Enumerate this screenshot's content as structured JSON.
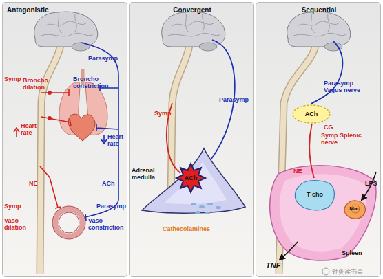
{
  "diagram": {
    "nodes": [
      {
        "text": [
          "Antagonistic"
        ]
      },
      {
        "text": [
          "Convergent"
        ]
      },
      {
        "text": [
          "Sequential"
        ]
      },
      {
        "text": [
          "Adrenal medulla"
        ],
        "in": 1
      },
      {
        "text": [
          "ACh"
        ],
        "in": 3
      },
      {
        "text": [
          "ACh"
        ],
        "in": 2
      },
      {
        "text": [
          "Spleen"
        ],
        "in": 2
      },
      {
        "text": [
          "T cho"
        ],
        "in": 6
      },
      {
        "text": [
          "Mac"
        ],
        "in": 6
      }
    ],
    "edges": [
      {
        "from": 5,
        "to": 7,
        "arrow": "none"
      }
    ],
    "labels": [
      "Symp",
      "Broncho dilation",
      "Broncho constriction",
      "Parasymp",
      "Heart rate",
      "Heart rate",
      "NE",
      "ACh",
      "Symp",
      "Parasymp",
      "Vaso dilation",
      "Vaso constriction",
      "Symp",
      "Parasymp",
      "Cathecolamines",
      "Parasymp Vagus nerve",
      "CG",
      "Symp Splenic nerve",
      "NE",
      "LPS",
      "TNF",
      "针灸读书会"
    ]
  }
}
